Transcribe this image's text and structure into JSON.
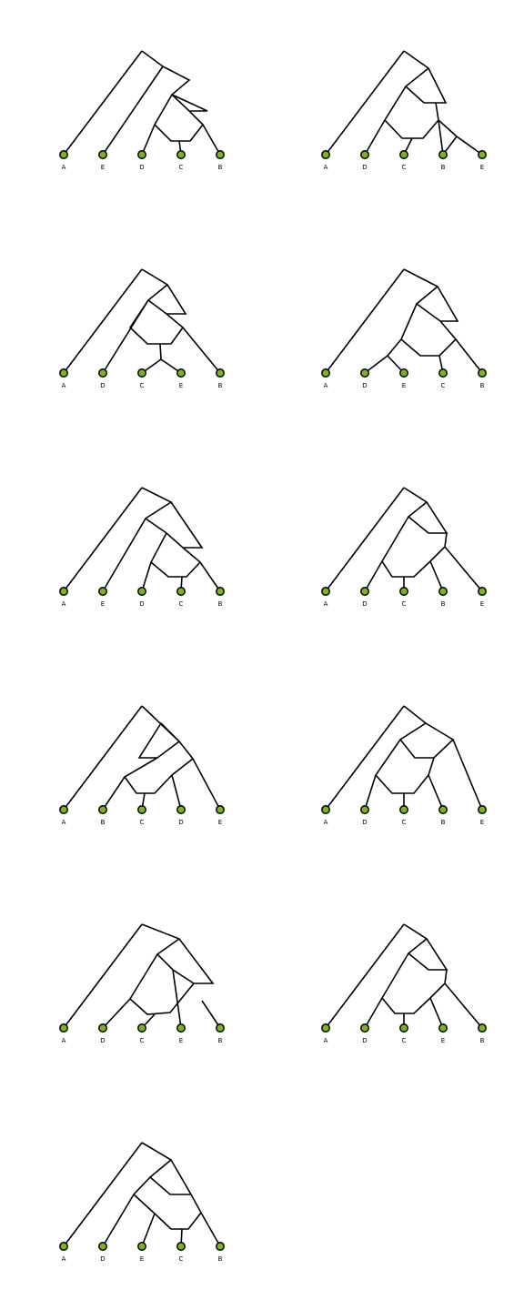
{
  "leaf_color": "#7cb518",
  "networks": [
    {
      "leaves": [
        "A",
        "E",
        "D",
        "C",
        "B"
      ]
    },
    {
      "leaves": [
        "A",
        "D",
        "C",
        "B",
        "E"
      ]
    },
    {
      "leaves": [
        "A",
        "D",
        "C",
        "E",
        "B"
      ]
    },
    {
      "leaves": [
        "A",
        "D",
        "E",
        "C",
        "B"
      ]
    },
    {
      "leaves": [
        "A",
        "E",
        "D",
        "C",
        "B"
      ]
    },
    {
      "leaves": [
        "A",
        "D",
        "C",
        "B",
        "E"
      ]
    },
    {
      "leaves": [
        "A",
        "B",
        "C",
        "D",
        "E"
      ]
    },
    {
      "leaves": [
        "A",
        "D",
        "C",
        "B",
        "E"
      ]
    },
    {
      "leaves": [
        "A",
        "D",
        "C",
        "E",
        "B"
      ]
    },
    {
      "leaves": [
        "A",
        "D",
        "C",
        "E",
        "B"
      ]
    },
    {
      "leaves": [
        "A",
        "D",
        "E",
        "C",
        "B"
      ]
    }
  ]
}
